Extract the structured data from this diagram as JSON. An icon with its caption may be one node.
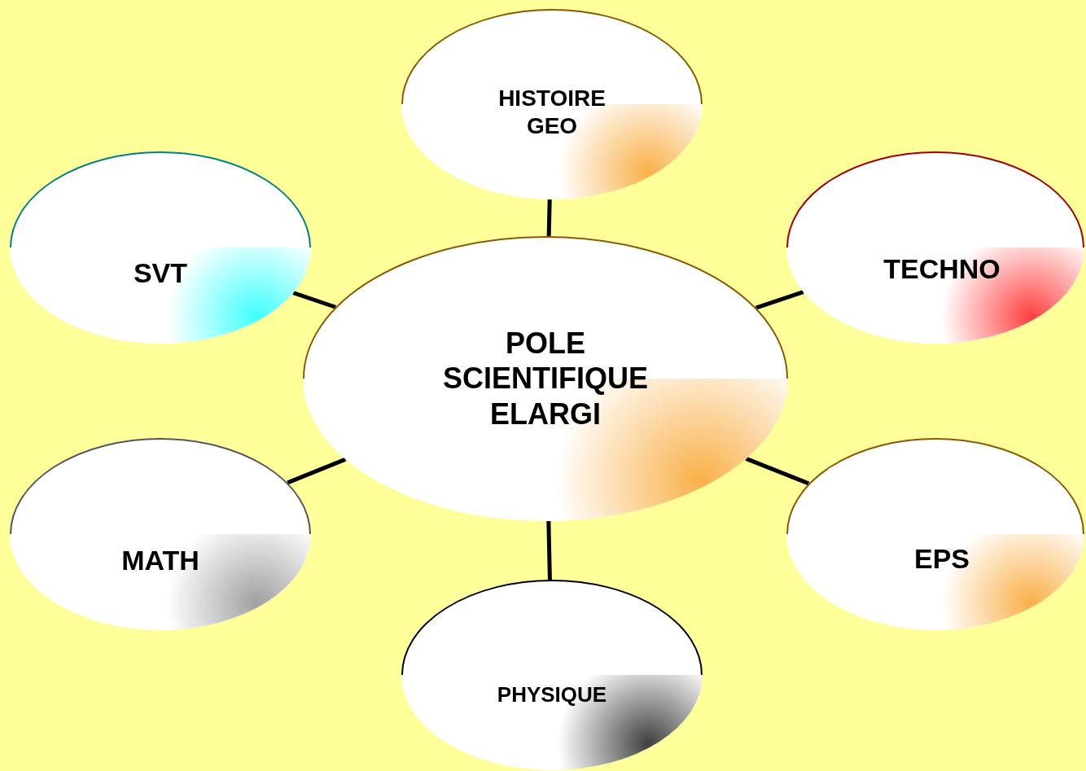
{
  "diagram": {
    "nodes": [
      {
        "text": [
          "HISTOIRE GEO"
        ]
      },
      {
        "text": [
          "SVT"
        ]
      },
      {
        "text": [
          "TECHNO"
        ]
      },
      {
        "text": [
          "POLE SCIENTIFIQUE ELARGI"
        ]
      },
      {
        "text": [
          "MATH"
        ]
      },
      {
        "text": [
          "EPS"
        ]
      },
      {
        "text": [
          "PHYSIQUE"
        ]
      }
    ],
    "edges": [
      {
        "from": 3,
        "to": 0,
        "arrow": "none"
      },
      {
        "from": 3,
        "to": 1,
        "arrow": "none"
      },
      {
        "from": 3,
        "to": 2,
        "arrow": "none"
      },
      {
        "from": 3,
        "to": 4,
        "arrow": "none"
      },
      {
        "from": 3,
        "to": 5,
        "arrow": "none"
      },
      {
        "from": 3,
        "to": 6,
        "arrow": "none"
      }
    ]
  }
}
